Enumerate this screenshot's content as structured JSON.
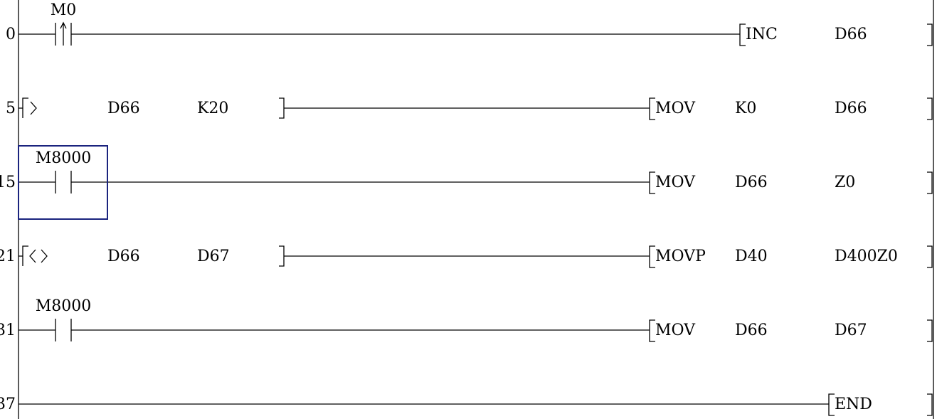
{
  "rungs": [
    {
      "step": "0",
      "contacts": [
        {
          "label": "M0",
          "kind": "rising-edge-contact",
          "slot": 0
        }
      ],
      "instruction": {
        "op": "INC",
        "args": [
          "",
          "D66"
        ],
        "align": "right"
      }
    },
    {
      "step": "5",
      "compare": {
        "symbol": ">",
        "op1": "D66",
        "op2": "K20"
      },
      "instruction": {
        "op": "MOV",
        "args": [
          "K0",
          "D66"
        ],
        "align": "wide"
      }
    },
    {
      "step": "15",
      "contacts": [
        {
          "label": "M8000",
          "kind": "normally-open-contact",
          "slot": 0
        }
      ],
      "cursor": true,
      "instruction": {
        "op": "MOV",
        "args": [
          "D66",
          "Z0"
        ],
        "align": "wide"
      }
    },
    {
      "step": "21",
      "compare": {
        "symbol": "<>",
        "op1": "D66",
        "op2": "D67"
      },
      "instruction": {
        "op": "MOVP",
        "args": [
          "D40",
          "D400Z0"
        ],
        "align": "wide"
      }
    },
    {
      "step": "31",
      "contacts": [
        {
          "label": "M8000",
          "kind": "normally-open-contact",
          "slot": 0
        }
      ],
      "instruction": {
        "op": "MOV",
        "args": [
          "D66",
          "D67"
        ],
        "align": "wide"
      }
    },
    {
      "step": "37",
      "instruction": {
        "op": "END",
        "args": [],
        "align": "end"
      }
    }
  ],
  "colors": {
    "line": "#000000",
    "cursor": "#1a237e",
    "background": "#ffffff"
  }
}
